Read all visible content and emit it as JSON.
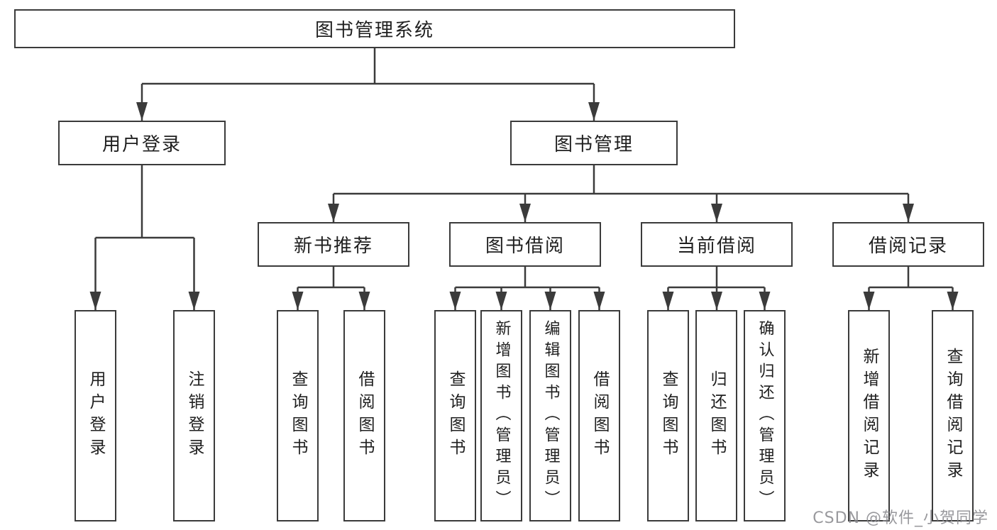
{
  "diagram": {
    "root": "图书管理系统",
    "level2": {
      "userLogin": "用户登录",
      "bookMgmt": "图书管理"
    },
    "level3": {
      "newBook": "新书推荐",
      "bookBorrow": "图书借阅",
      "currentBorrow": "当前借阅",
      "borrowRecord": "借阅记录"
    },
    "leaves": {
      "userLogin": [
        "用户登录",
        "注销登录"
      ],
      "newBook": [
        "查询图书",
        "借阅图书"
      ],
      "bookBorrow": [
        "查询图书",
        "新增图书（管理员）",
        "编辑图书（管理员）",
        "借阅图书"
      ],
      "currentBorrow": [
        "查询图书",
        "归还图书",
        "确认归还（管理员）"
      ],
      "borrowRecord": [
        "新增借阅记录",
        "查询借阅记录"
      ]
    }
  },
  "watermark": "CSDN @软件_小贺同学",
  "colors": {
    "line": "#3b3b3b",
    "text": "#1f1f1f",
    "background": "#ffffff",
    "watermark": "#87878c"
  }
}
